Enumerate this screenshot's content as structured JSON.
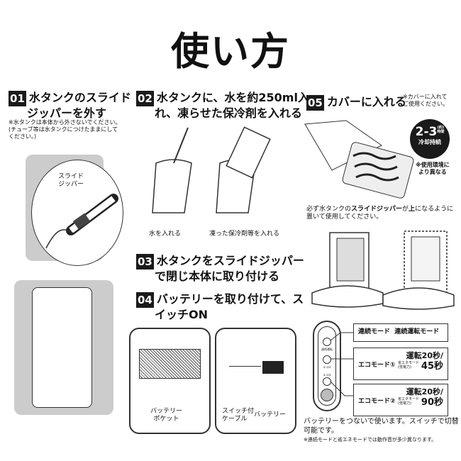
{
  "title": "使い方",
  "step01": {
    "num": "01",
    "title_line1": "水タンクのスライド",
    "title_line2": "ジッパーを外す",
    "note_line1": "※水タンクは本体から外さないでください。",
    "note_line2": "(チューブ等は水タンクにつけたままにして",
    "note_line3": "ください。)",
    "callout_line1": "スライド",
    "callout_line2": "ジッパー"
  },
  "step02": {
    "num": "02",
    "title_line1": "水タンクに、水を約250ml入",
    "title_line2": "れ、凍らせた保冷剤を入れる",
    "caption_left": "水を入れる",
    "caption_right": "凍った保冷剤等を入れる"
  },
  "step03": {
    "num": "03",
    "title_line1": "水タンクをスライドジッパー",
    "title_line2": "で閉じ本体に取り付ける"
  },
  "step04": {
    "num": "04",
    "title_line1": "バッテリーを取り付けて、ス",
    "title_line2": "イッチON",
    "label_pocket_line1": "バッテリー",
    "label_pocket_line2": "ポケット",
    "label_cable_line1": "スイッチ付",
    "label_cable_line2": "ケーブル",
    "label_battery": "バッテリー"
  },
  "step05": {
    "num": "05",
    "title": "カバーに入れる",
    "note_line1": "※カバーに入れて",
    "note_line2": "ご使用ください。",
    "badge_main": "2-3",
    "badge_unit_top": "(約)",
    "badge_unit_bottom": "時間",
    "badge_sub": "冷却持続",
    "badge_note_line1": "※使用環境に",
    "badge_note_line2": "より異なる",
    "instruction_prefix": "必ず水タンクの",
    "instruction_bold1": "スライドジッパー",
    "instruction_mid": "が",
    "instruction_bold2": "上",
    "instruction_suffix": "になるように",
    "instruction_line2": "置いて使用してください。"
  },
  "remote": {
    "btn1": "連続運転",
    "btn2": "エコ①",
    "btn3": "エコ②"
  },
  "modes": [
    {
      "name": "連続モード",
      "desc": "連続運転モード"
    },
    {
      "name": "エコモード①",
      "sub_top": "省エネモード",
      "sub_bottom": "(低電力)",
      "desc_line1": "運転20秒/",
      "desc_line2": "45秒"
    },
    {
      "name": "エコモード②",
      "sub_top": "省エネモード",
      "sub_bottom": "(低電力)",
      "desc_line1": "運転20秒/",
      "desc_line2": "90秒"
    }
  ],
  "footer": {
    "line1": "バッテリーをつないで使います。スイッチで切替",
    "line2": "可能です。",
    "note": "※連続モードと省エネモードでは動作音が多少異なります。"
  }
}
